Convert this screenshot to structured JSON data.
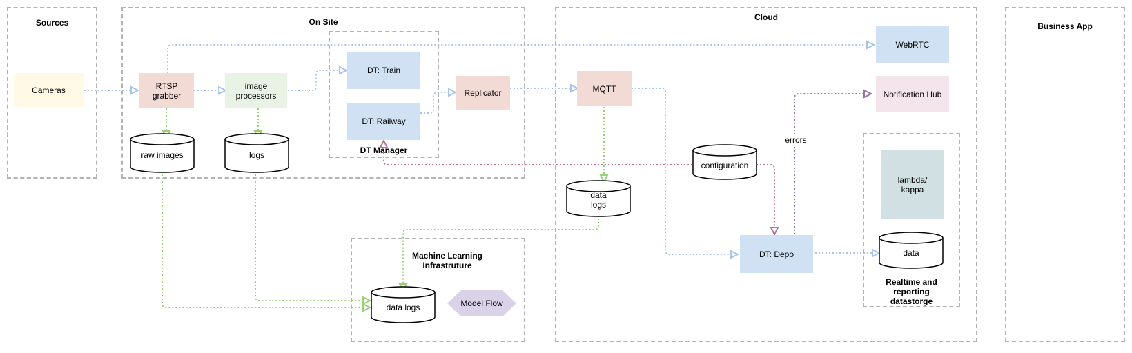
{
  "colors": {
    "group_border": "#b3b3b3",
    "blue_arrow": "#a9c4eb",
    "green_arrow": "#97d077",
    "red_arrow": "#b5739d",
    "purple_arrow": "#9673a6",
    "source_fill": "#fff9e6",
    "grabber_fill": "#f2dad5",
    "processor_fill": "#e8f3e6",
    "dt_fill": "#cfe1f2",
    "replicator_fill": "#f2dad5",
    "mqtt_fill": "#f2dad5",
    "webrtc_fill": "#cfe1f2",
    "notification_fill": "#f4e5ec",
    "lambda_fill": "#d0e0e3",
    "modelflow_fill": "#d9d2e9"
  },
  "groups": {
    "sources": "Sources",
    "on_site": "On Site",
    "dt_manager": "DT Manager",
    "cloud": "Cloud",
    "business_app": "Business App",
    "ml_infra": "Machine Learning\nInfrastruture",
    "realtime": "Realtime and\nreporting\ndatastorge"
  },
  "nodes": {
    "cameras": "Cameras",
    "rtsp": "RTSP\ngrabber",
    "image_processors": "image\nprocessors",
    "raw_images": "raw images",
    "logs": "logs",
    "dt_train": "DT: Train",
    "dt_railway": "DT: Railway",
    "replicator": "Replicator",
    "mqtt": "MQTT",
    "data_logs_cloud": "data\nlogs",
    "configuration": "configuration",
    "webrtc": "WebRTC",
    "notification_hub": "Notification Hub",
    "lambda_kappa": "lambda/\nkappa",
    "dt_depo": "DT: Depo",
    "data": "data",
    "data_logs_ml": "data logs",
    "model_flow": "Model Flow"
  },
  "edge_labels": {
    "errors": "errors"
  }
}
